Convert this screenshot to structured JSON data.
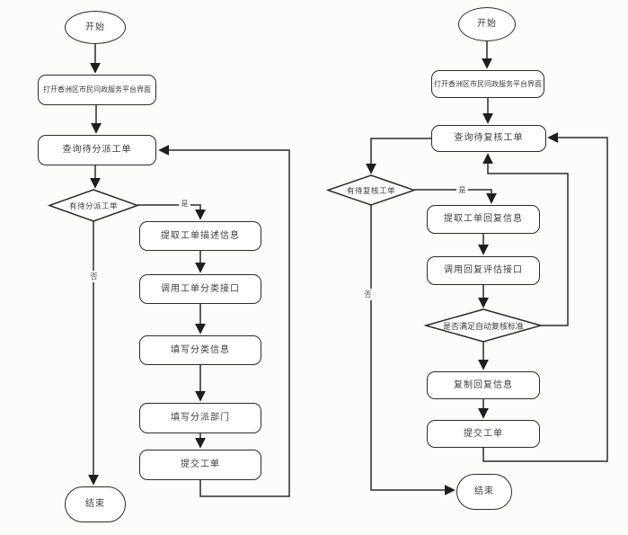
{
  "diagram": {
    "type": "flowchart-pair",
    "colors": {
      "stroke": "#2b2b2b",
      "text": "#3c3c3c",
      "node_fill": "#ffffff",
      "background": "#fcfcfb"
    },
    "left": {
      "nodes": {
        "start": "开始",
        "open_platform": "打开香洲区市民问政服务平台界面",
        "query": "查询待分派工单",
        "has_pending": "有待分派工单",
        "extract": "提取工单描述信息",
        "call_api": "调用工单分类接口",
        "fill_category": "填写分类信息",
        "fill_department": "填写分派部门",
        "submit": "提交工单",
        "end": "结束"
      },
      "edge_labels": {
        "yes": "是",
        "no": "否"
      }
    },
    "right": {
      "nodes": {
        "start": "开始",
        "open_platform": "打开香洲区市民问政服务平台界面",
        "query": "查询待复核工单",
        "has_pending": "有待复核工单",
        "extract": "提取工单回复信息",
        "call_api": "调用回复评估接口",
        "meets_criteria": "是否满足自动复核标准",
        "copy_reply": "复制回复信息",
        "submit": "提交工单",
        "end": "结束"
      },
      "edge_labels": {
        "yes": "是",
        "no": "否"
      }
    }
  }
}
